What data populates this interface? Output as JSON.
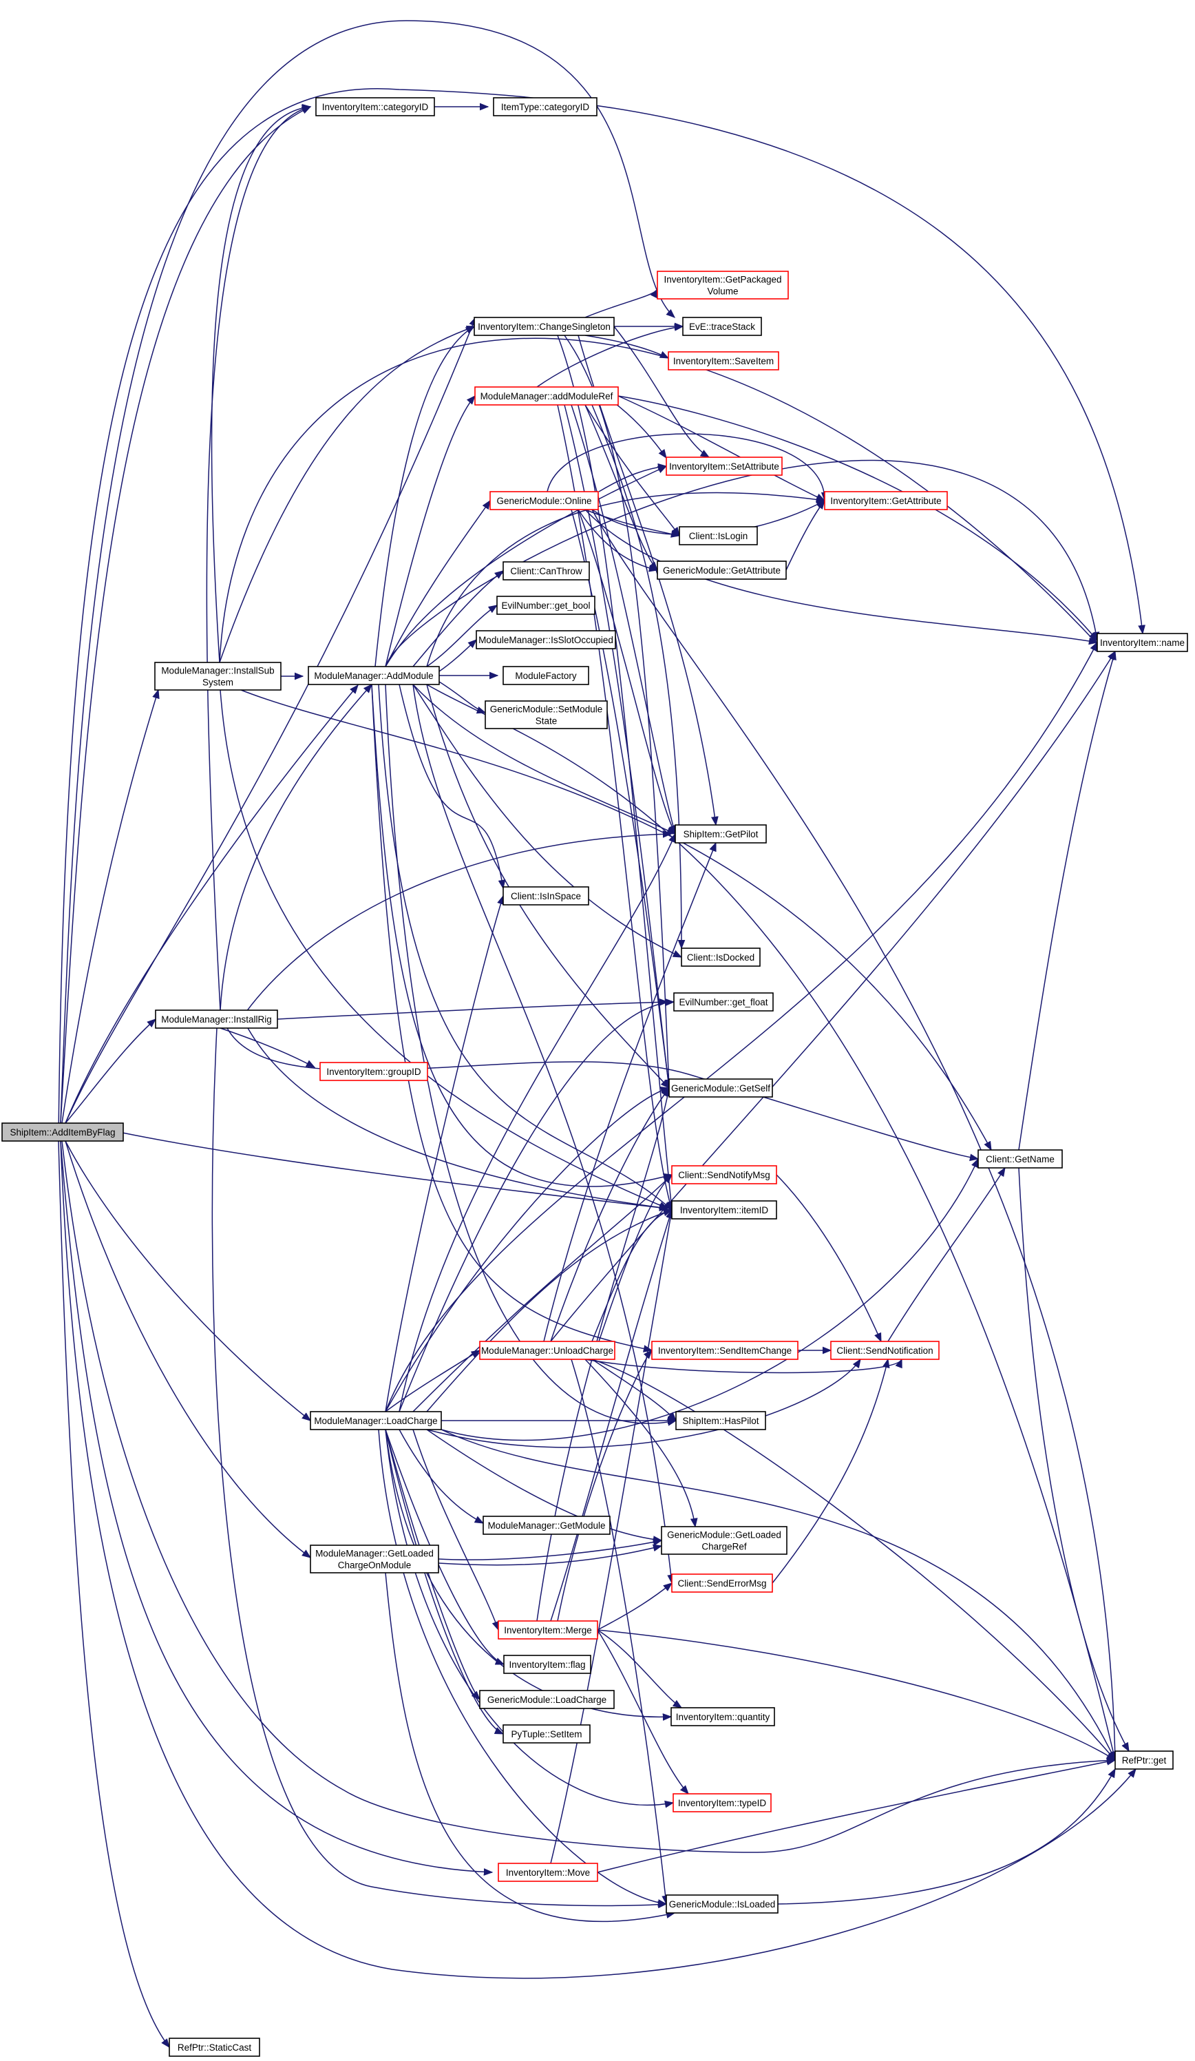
{
  "colors": {
    "edge": "#191970",
    "node_border": "#000000",
    "truncated_border": "#ff0000",
    "root_fill": "#bfbfbf",
    "background": "#ffffff"
  },
  "nodes": [
    {
      "id": "root",
      "lines": [
        "ShipItem::AddItemByFlag"
      ],
      "style": "root"
    },
    {
      "id": "cat",
      "lines": [
        "InventoryItem::categoryID"
      ],
      "style": "black"
    },
    {
      "id": "itcat",
      "lines": [
        "ItemType::categoryID"
      ],
      "style": "black"
    },
    {
      "id": "gpv",
      "lines": [
        "InventoryItem::GetPackaged",
        "Volume"
      ],
      "style": "red"
    },
    {
      "id": "ts",
      "lines": [
        "EvE::traceStack"
      ],
      "style": "black"
    },
    {
      "id": "cs",
      "lines": [
        "InventoryItem::ChangeSingleton"
      ],
      "style": "black"
    },
    {
      "id": "si",
      "lines": [
        "InventoryItem::SaveItem"
      ],
      "style": "red"
    },
    {
      "id": "amr",
      "lines": [
        "ModuleManager::addModuleRef"
      ],
      "style": "red"
    },
    {
      "id": "sa",
      "lines": [
        "InventoryItem::SetAttribute"
      ],
      "style": "red"
    },
    {
      "id": "online",
      "lines": [
        "GenericModule::Online"
      ],
      "style": "red"
    },
    {
      "id": "ga",
      "lines": [
        "InventoryItem::GetAttribute"
      ],
      "style": "red"
    },
    {
      "id": "login",
      "lines": [
        "Client::IsLogin"
      ],
      "style": "black"
    },
    {
      "id": "gmga",
      "lines": [
        "GenericModule::GetAttribute"
      ],
      "style": "black"
    },
    {
      "id": "ct",
      "lines": [
        "Client::CanThrow"
      ],
      "style": "black"
    },
    {
      "id": "gb",
      "lines": [
        "EvilNumber::get_bool"
      ],
      "style": "black"
    },
    {
      "id": "iso",
      "lines": [
        "ModuleManager::IsSlotOccupied"
      ],
      "style": "black"
    },
    {
      "id": "iss",
      "lines": [
        "ModuleManager::InstallSub",
        "System"
      ],
      "style": "black"
    },
    {
      "id": "am",
      "lines": [
        "ModuleManager::AddModule"
      ],
      "style": "black"
    },
    {
      "id": "mf",
      "lines": [
        "ModuleFactory"
      ],
      "style": "black"
    },
    {
      "id": "sms",
      "lines": [
        "GenericModule::SetModule",
        "State"
      ],
      "style": "black"
    },
    {
      "id": "name",
      "lines": [
        "InventoryItem::name"
      ],
      "style": "black"
    },
    {
      "id": "gp",
      "lines": [
        "ShipItem::GetPilot"
      ],
      "style": "black"
    },
    {
      "id": "isp",
      "lines": [
        "Client::IsInSpace"
      ],
      "style": "black"
    },
    {
      "id": "isd",
      "lines": [
        "Client::IsDocked"
      ],
      "style": "black"
    },
    {
      "id": "ir",
      "lines": [
        "ModuleManager::InstallRig"
      ],
      "style": "black"
    },
    {
      "id": "gf",
      "lines": [
        "EvilNumber::get_float"
      ],
      "style": "black"
    },
    {
      "id": "grp",
      "lines": [
        "InventoryItem::groupID"
      ],
      "style": "red"
    },
    {
      "id": "gs",
      "lines": [
        "GenericModule::GetSelf"
      ],
      "style": "black"
    },
    {
      "id": "gn",
      "lines": [
        "Client::GetName"
      ],
      "style": "black"
    },
    {
      "id": "snm",
      "lines": [
        "Client::SendNotifyMsg"
      ],
      "style": "red"
    },
    {
      "id": "iid",
      "lines": [
        "InventoryItem::itemID"
      ],
      "style": "black"
    },
    {
      "id": "uc",
      "lines": [
        "ModuleManager::UnloadCharge"
      ],
      "style": "red"
    },
    {
      "id": "sic",
      "lines": [
        "InventoryItem::SendItemChange"
      ],
      "style": "red"
    },
    {
      "id": "sn",
      "lines": [
        "Client::SendNotification"
      ],
      "style": "red"
    },
    {
      "id": "lc",
      "lines": [
        "ModuleManager::LoadCharge"
      ],
      "style": "black"
    },
    {
      "id": "hp",
      "lines": [
        "ShipItem::HasPilot"
      ],
      "style": "black"
    },
    {
      "id": "gm",
      "lines": [
        "ModuleManager::GetModule"
      ],
      "style": "black"
    },
    {
      "id": "glcr",
      "lines": [
        "GenericModule::GetLoaded",
        "ChargeRef"
      ],
      "style": "black"
    },
    {
      "id": "glcm",
      "lines": [
        "ModuleManager::GetLoaded",
        "ChargeOnModule"
      ],
      "style": "black"
    },
    {
      "id": "sem",
      "lines": [
        "Client::SendErrorMsg"
      ],
      "style": "red"
    },
    {
      "id": "merge",
      "lines": [
        "InventoryItem::Merge"
      ],
      "style": "red"
    },
    {
      "id": "flag",
      "lines": [
        "InventoryItem::flag"
      ],
      "style": "black"
    },
    {
      "id": "gmlc",
      "lines": [
        "GenericModule::LoadCharge"
      ],
      "style": "black"
    },
    {
      "id": "qty",
      "lines": [
        "InventoryItem::quantity"
      ],
      "style": "black"
    },
    {
      "id": "ptsi",
      "lines": [
        "PyTuple::SetItem"
      ],
      "style": "black"
    },
    {
      "id": "rget",
      "lines": [
        "RefPtr::get"
      ],
      "style": "black"
    },
    {
      "id": "tid",
      "lines": [
        "InventoryItem::typeID"
      ],
      "style": "red"
    },
    {
      "id": "move",
      "lines": [
        "InventoryItem::Move"
      ],
      "style": "red"
    },
    {
      "id": "isl",
      "lines": [
        "GenericModule::IsLoaded"
      ],
      "style": "black"
    },
    {
      "id": "sc",
      "lines": [
        "RefPtr::StaticCast"
      ],
      "style": "black"
    }
  ]
}
